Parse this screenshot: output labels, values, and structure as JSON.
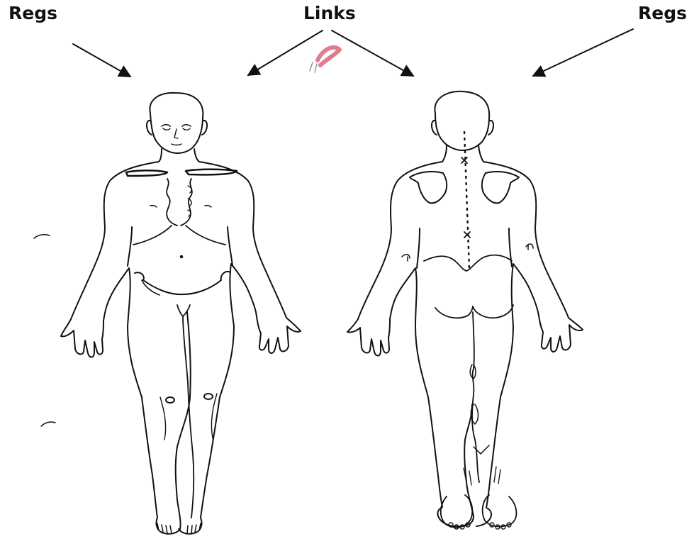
{
  "labels": {
    "left": "Regs",
    "center": "Links",
    "right": "Regs"
  },
  "colors": {
    "ink": "#111111",
    "background": "#ffffff",
    "smudge": "#c8102e"
  }
}
